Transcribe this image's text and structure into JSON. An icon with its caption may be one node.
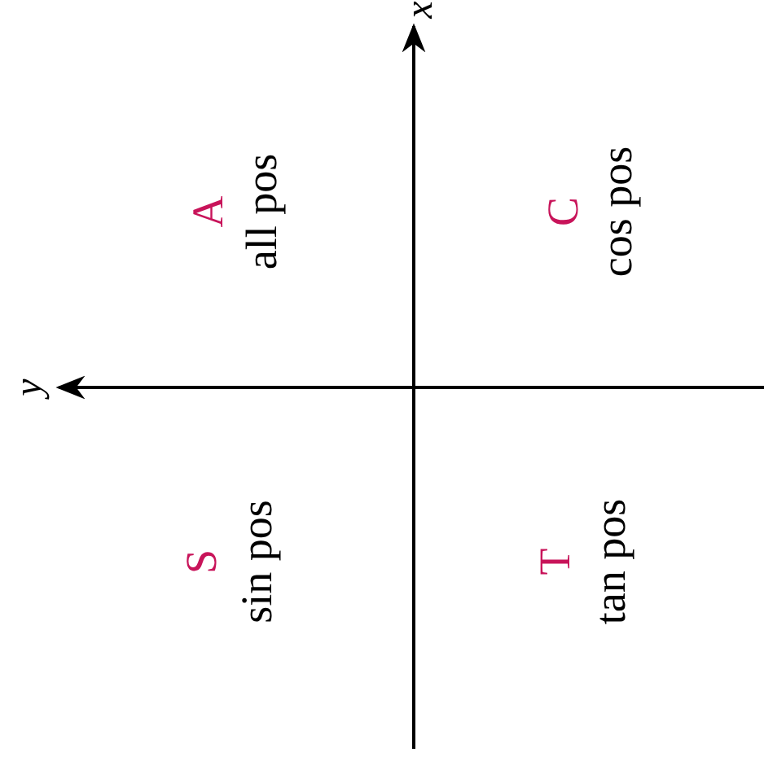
{
  "diagram": {
    "labels": [
      "x",
      "A",
      "all pos",
      "C",
      "cos pos",
      "y",
      "S",
      "sin pos",
      "T",
      "tan pos"
    ]
  }
}
